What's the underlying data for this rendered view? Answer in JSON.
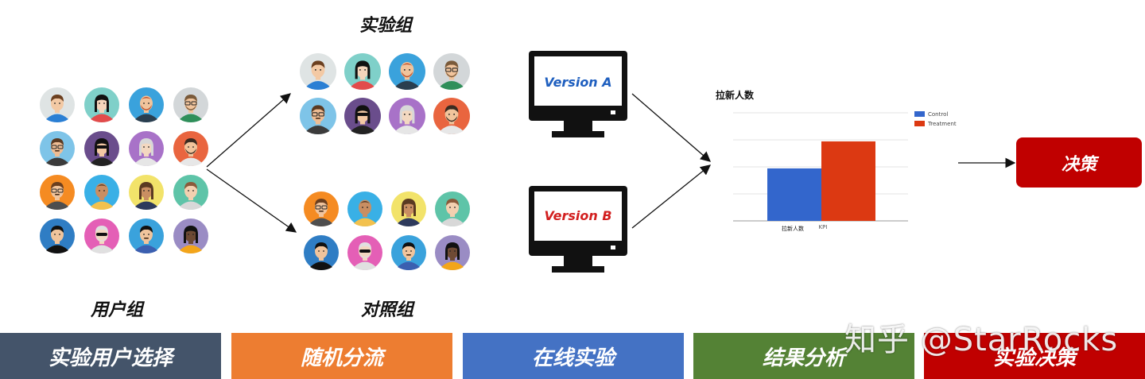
{
  "labels": {
    "experiment_group": "实验组",
    "user_group": "用户组",
    "control_group": "对照组"
  },
  "versions": {
    "a": {
      "label": "Version A",
      "color": "#1f5fbf"
    },
    "b": {
      "label": "Version B",
      "color": "#d21f1f"
    }
  },
  "chart_data": {
    "type": "bar",
    "title": "拉新人数",
    "categories": [
      "拉新人数"
    ],
    "xlabel": "KPI",
    "series": [
      {
        "name": "Control",
        "values": [
          68
        ],
        "color": "#3366cc"
      },
      {
        "name": "Treatment",
        "values": [
          103
        ],
        "color": "#dc3912"
      }
    ],
    "ylim": [
      0,
      140
    ],
    "grid": true,
    "legend": "top-right"
  },
  "decision": "决策",
  "steps": [
    {
      "label": "实验用户选择",
      "color": "#44546a"
    },
    {
      "label": "随机分流",
      "color": "#ed7d31"
    },
    {
      "label": "在线实验",
      "color": "#4472c4"
    },
    {
      "label": "结果分析",
      "color": "#548235"
    },
    {
      "label": "实验决策",
      "color": "#c00000"
    }
  ],
  "watermark": "知乎 @StarRocks"
}
